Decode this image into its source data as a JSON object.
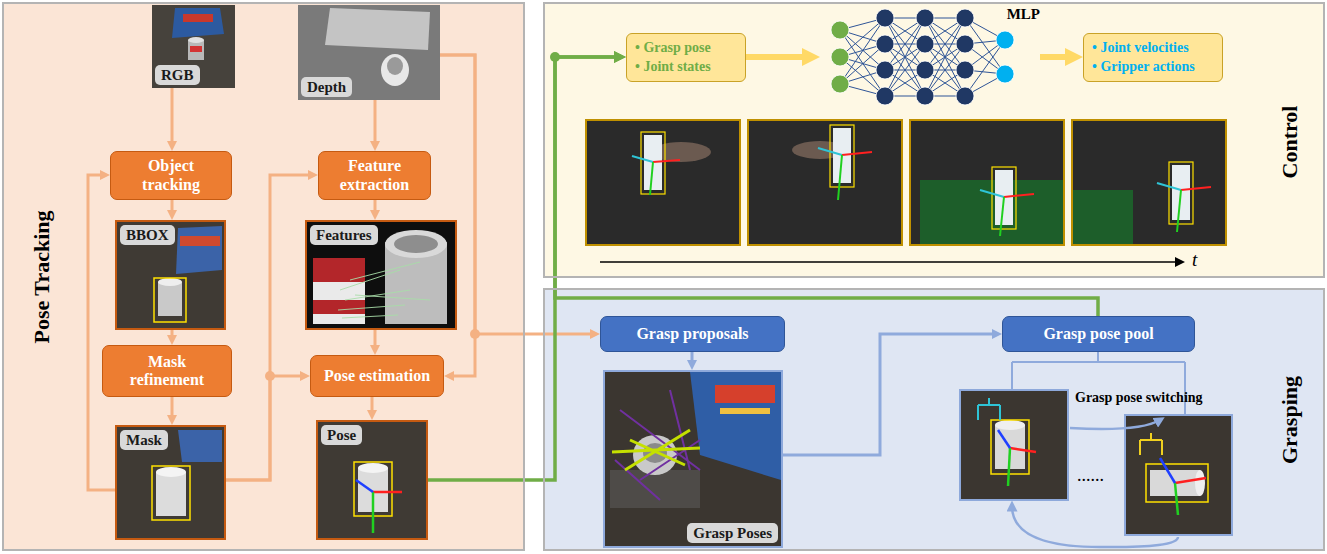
{
  "diagram": {
    "nodes": [
      {
        "text": [
          "Pose Tracking"
        ]
      },
      {
        "text": [
          "RGB"
        ],
        "in": 0
      },
      {
        "text": [
          "Depth"
        ],
        "in": 0
      },
      {
        "text": [
          "Object tracking"
        ],
        "in": 0
      },
      {
        "text": [
          "Feature extraction"
        ],
        "in": 0
      },
      {
        "text": [
          "BBOX"
        ],
        "in": 0
      },
      {
        "text": [
          "Features"
        ],
        "in": 0
      },
      {
        "text": [
          "Mask refinement"
        ],
        "in": 0
      },
      {
        "text": [
          "Pose estimation"
        ],
        "in": 0
      },
      {
        "text": [
          "Mask"
        ],
        "in": 0
      },
      {
        "text": [
          "Pose"
        ],
        "in": 0
      },
      {
        "text": [
          "Control"
        ]
      },
      {
        "text": [
          "• Grasp pose",
          "• Joint states"
        ],
        "in": 11
      },
      {
        "text": [
          "MLP"
        ],
        "in": 11
      },
      {
        "text": [
          "• Joint velocities",
          "• Gripper actions"
        ],
        "in": 11
      },
      {
        "text": [
          "Grasping"
        ]
      },
      {
        "text": [
          "Grasp proposals"
        ],
        "in": 15
      },
      {
        "text": [
          "Grasp Poses"
        ],
        "in": 15
      },
      {
        "text": [
          "Grasp pose pool"
        ],
        "in": 15
      }
    ],
    "edges": [
      {
        "from": 1,
        "to": 3,
        "arrow": "to"
      },
      {
        "from": 3,
        "to": 5,
        "arrow": "to"
      },
      {
        "from": 5,
        "to": 7,
        "arrow": "to"
      },
      {
        "from": 7,
        "to": 9,
        "arrow": "to"
      },
      {
        "from": 9,
        "to": 3,
        "arrow": "to"
      },
      {
        "from": 9,
        "to": 4,
        "arrow": "to"
      },
      {
        "from": 9,
        "to": 8,
        "arrow": "to"
      },
      {
        "from": 2,
        "to": 4,
        "arrow": "to"
      },
      {
        "from": 4,
        "to": 6,
        "arrow": "to"
      },
      {
        "from": 6,
        "to": 8,
        "arrow": "to"
      },
      {
        "from": 2,
        "to": 8,
        "arrow": "to"
      },
      {
        "from": 8,
        "to": 10,
        "arrow": "to"
      },
      {
        "from": 2,
        "to": 16,
        "arrow": "to"
      },
      {
        "from": 10,
        "to": 12,
        "arrow": "to"
      },
      {
        "from": 18,
        "to": 12,
        "arrow": "to"
      },
      {
        "from": 12,
        "to": 13,
        "arrow": "to"
      },
      {
        "from": 13,
        "to": 14,
        "arrow": "to"
      },
      {
        "from": 16,
        "to": 17,
        "arrow": "to"
      },
      {
        "from": 17,
        "to": 18,
        "arrow": "to"
      }
    ],
    "labels": [
      "t",
      "Grasp pose switching",
      "......"
    ]
  }
}
